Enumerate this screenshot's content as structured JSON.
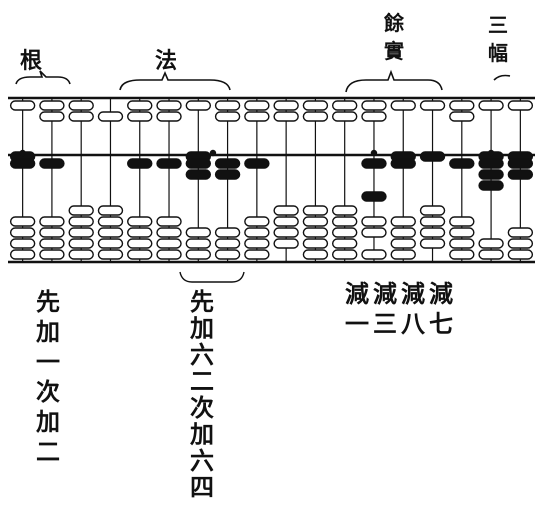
{
  "header_labels": {
    "gen": "根",
    "fa": "法",
    "yu": "餘",
    "shi": "實",
    "san": "三",
    "fu": "幅"
  },
  "abacus": {
    "rod_count": 18,
    "upper_beads_per_rod": 2,
    "lower_beads_per_rod": 5,
    "bead_fill": "#ffffff",
    "bead_dark": "#111111",
    "ink": "#111111"
  },
  "annotations": {
    "left_column": [
      "先",
      "加",
      "一",
      "次",
      "加",
      "二"
    ],
    "middle_column": [
      "先",
      "加",
      "六",
      "二",
      "次",
      "加",
      "六",
      "四"
    ],
    "right_rows": [
      [
        "減",
        "減",
        "減",
        "減"
      ],
      [
        "一",
        "三",
        "八",
        "七"
      ]
    ]
  }
}
